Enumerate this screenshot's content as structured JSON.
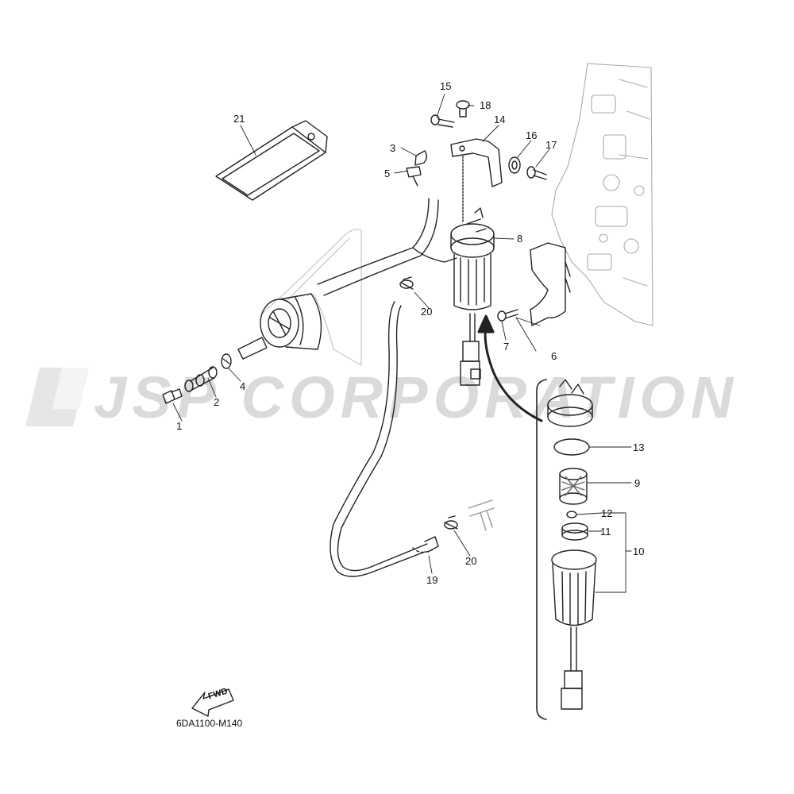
{
  "watermark": {
    "text": "JSP CORPORATION",
    "color": "#dadada"
  },
  "diagram_code": "6DA1100-M140",
  "fwd_label": "FWD",
  "callouts": {
    "c1": "1",
    "c2": "2",
    "c3": "3",
    "c4": "4",
    "c5": "5",
    "c6": "6",
    "c7": "7",
    "c8": "8",
    "c9": "9",
    "c10": "10",
    "c11": "11",
    "c12": "12",
    "c13": "13",
    "c14": "14",
    "c15": "15",
    "c16": "16",
    "c17": "17",
    "c18": "18",
    "c19": "19",
    "c20a": "20",
    "c20b": "20",
    "c21": "21"
  },
  "colors": {
    "line": "#222222",
    "ghost": "#bbbbbb",
    "background": "#ffffff"
  }
}
